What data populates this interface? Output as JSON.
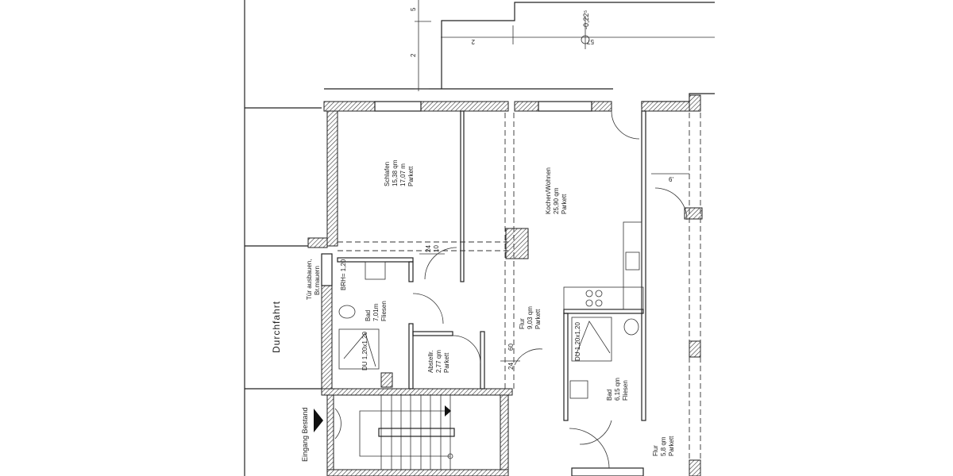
{
  "dimensions": {
    "d1": "5",
    "d2": "2",
    "d3": "2",
    "d4": "57",
    "level": "-0,22⁵",
    "d5": "24",
    "d6": "10",
    "d7": "60",
    "d8": "24",
    "d9": "6'"
  },
  "rooms": {
    "schlafen": {
      "name": "Schlafen",
      "area": "15,38 qm",
      "area2": "17,07 m",
      "floor": "Parkett"
    },
    "kochen": {
      "name": "Kochen/Wohnen",
      "area": "25,90 qm",
      "floor": "Parkett"
    },
    "bad1": {
      "name": "Bad",
      "area": "7,01m",
      "floor": "Fliesen"
    },
    "abstell": {
      "name": "Abstellr.",
      "area": "2,77 qm",
      "floor": "Parkett"
    },
    "flur1": {
      "name": "Flur",
      "area": "9,03 qm",
      "floor": "Parkett"
    },
    "bad2": {
      "name": "Bad",
      "area": "6,15 qm",
      "floor": "Fliesen"
    },
    "flur2": {
      "name": "Flur",
      "area": "5,8 qm",
      "floor": "Parkett"
    }
  },
  "annotations": {
    "durchfahrt": "Durchfahrt",
    "tuer1": "Tür ausbauen,",
    "tuer2": "Br.mauern",
    "brh": "BRH= 1,20",
    "dusche1": "DU 1,20x1,20",
    "dusche2": "DU 1,20x1,20",
    "eingang": "Eingang Bestand"
  }
}
